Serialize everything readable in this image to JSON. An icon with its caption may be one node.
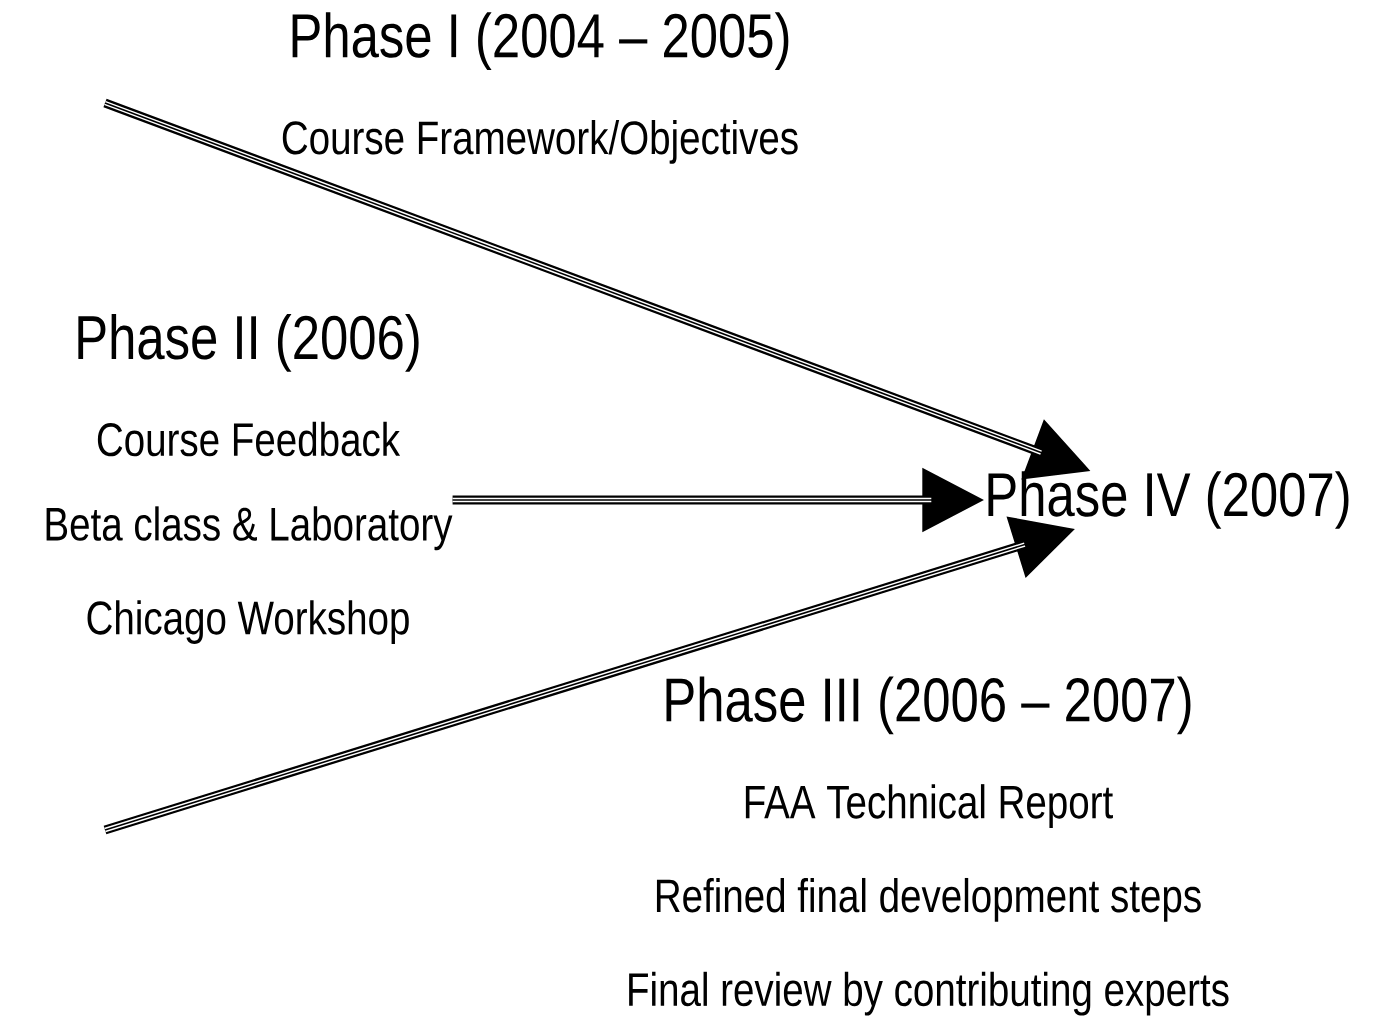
{
  "diagram": {
    "nodes": [
      {
        "text": [
          "Phase I (2004 – 2005)",
          "Course Framework/Objectives"
        ]
      },
      {
        "text": [
          "Phase II (2006)",
          "Course Feedback",
          "Beta class & Laboratory",
          "Chicago Workshop"
        ]
      },
      {
        "text": [
          "Phase III (2006 – 2007)",
          "FAA Technical Report",
          "Refined final development steps",
          "Final review by contributing experts"
        ]
      },
      {
        "text": [
          "Phase IV (2007)"
        ]
      }
    ],
    "edges": [
      {
        "from": null,
        "to": 3,
        "arrow": "to"
      },
      {
        "from": 1,
        "to": 3,
        "arrow": "to"
      },
      {
        "from": null,
        "to": 3,
        "arrow": "to"
      }
    ]
  }
}
